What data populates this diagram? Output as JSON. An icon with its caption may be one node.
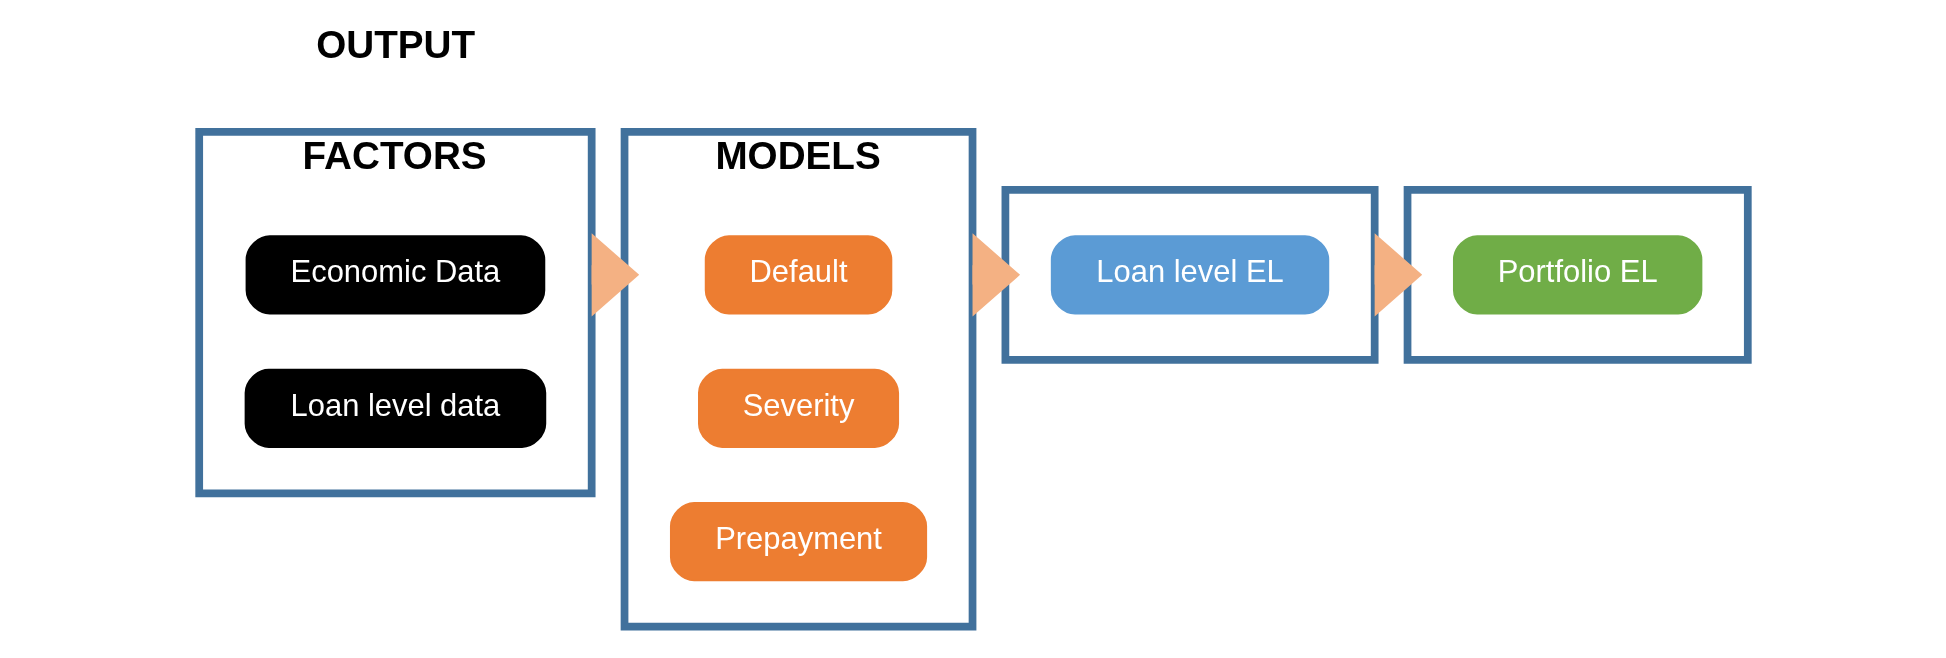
{
  "diagram": {
    "nodes": [
      {
        "text": [
          "FACTORS"
        ]
      },
      {
        "text": [
          "Economic Data"
        ],
        "in": 0
      },
      {
        "text": [
          "Loan level data"
        ],
        "in": 0
      },
      {
        "text": [
          "MODELS"
        ]
      },
      {
        "text": [
          "Default"
        ],
        "in": 3
      },
      {
        "text": [
          "Severity"
        ],
        "in": 3
      },
      {
        "text": [
          "Prepayment"
        ],
        "in": 3
      },
      {
        "text": [],
        "shape": "box"
      },
      {
        "text": [
          "Loan level EL"
        ],
        "in": 7
      },
      {
        "text": [],
        "shape": "box"
      },
      {
        "text": [
          "Portfolio EL"
        ],
        "in": 9
      }
    ],
    "edges": [
      {
        "from": 0,
        "to": 3,
        "arrow": "to",
        "style": "thick"
      },
      {
        "from": 3,
        "to": 7,
        "arrow": "to",
        "style": "thick"
      },
      {
        "from": 7,
        "to": 9,
        "arrow": "to",
        "style": "thick"
      }
    ],
    "labels": [
      "OUTPUT"
    ]
  }
}
